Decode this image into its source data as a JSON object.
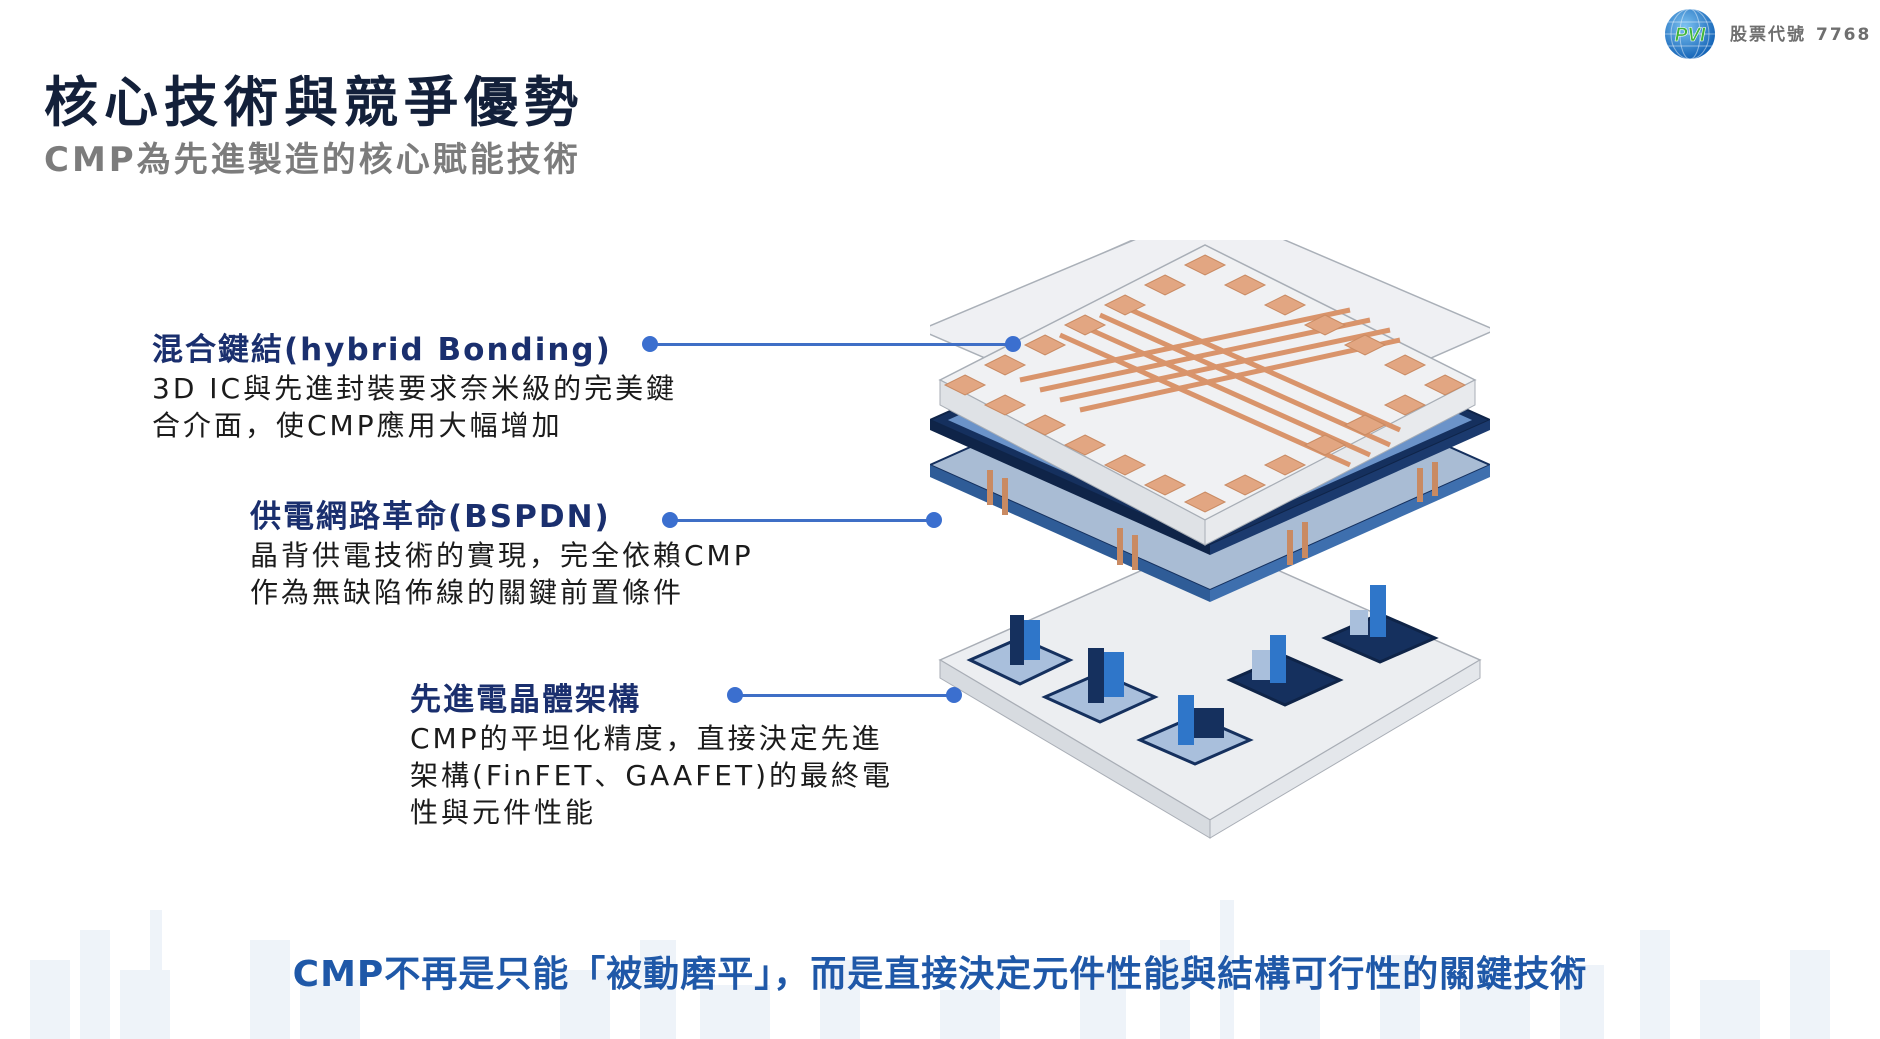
{
  "header": {
    "logo_text": "PVI",
    "stock_label": "股票代號",
    "stock_code": "7768"
  },
  "title": "核心技術與競爭優勢",
  "subtitle": "CMP為先進製造的核心賦能技術",
  "features": [
    {
      "heading": "混合鍵結(hybrid Bonding)",
      "lines": [
        "3D IC與先進封裝要求奈米級的完美鍵",
        "合介面，使CMP應用大幅增加"
      ]
    },
    {
      "heading": "供電網路革命(BSPDN)",
      "lines": [
        "晶背供電技術的實現，完全依賴CMP",
        "作為無缺陷佈線的關鍵前置條件"
      ]
    },
    {
      "heading": "先進電晶體架構",
      "lines": [
        "CMP的平坦化精度，直接決定先進",
        "架構(FinFET、GAAFET)的最終電",
        "性與元件性能"
      ]
    }
  ],
  "illustration": {
    "layers": [
      "hybrid-bonding-layer",
      "bspdn-layer",
      "transistor-layer"
    ]
  },
  "conclusion": "CMP不再是只能「被動磨平」，而是直接決定元件性能與結構可行性的關鍵技術",
  "colors": {
    "title": "#13203a",
    "subtitle": "#7c7c7c",
    "feature_heading": "#1a2f6e",
    "connector": "#3f6fc6",
    "conclusion": "#1f58a8",
    "copper": "#e2a682",
    "navy": "#15305e",
    "blue": "#2f76c9"
  }
}
